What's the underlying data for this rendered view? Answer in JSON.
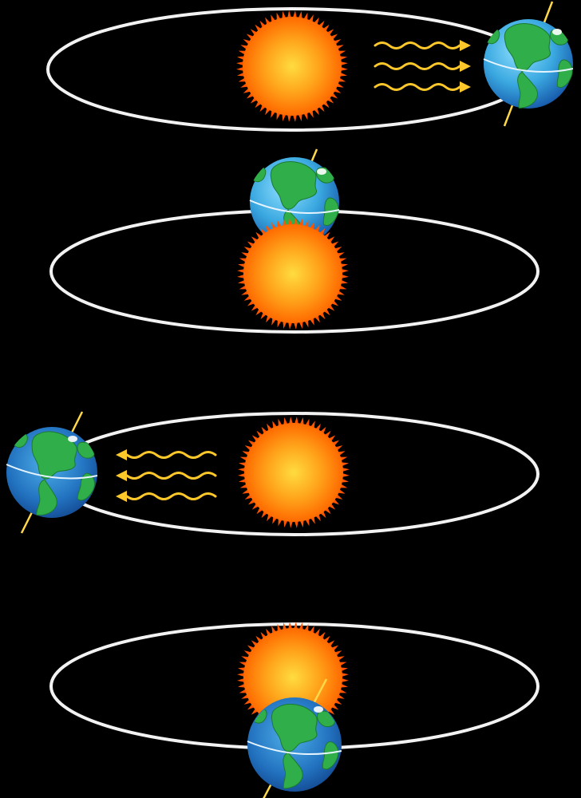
{
  "diagram": {
    "panels": [
      {
        "name": "panel-earth-right",
        "earth_position": "right",
        "sunlight_arrows": 3,
        "arrow_direction": "toward-earth-right"
      },
      {
        "name": "panel-earth-behind-sun",
        "earth_position": "back",
        "sunlight_arrows": 0
      },
      {
        "name": "panel-earth-left",
        "earth_position": "left",
        "sunlight_arrows": 3,
        "arrow_direction": "toward-earth-left"
      },
      {
        "name": "panel-earth-front",
        "earth_position": "front",
        "sunlight_arrows": 0
      }
    ],
    "colors": {
      "background": "#000000",
      "orbit": "#f2f2f2",
      "sun_core": "#ffd23a",
      "sun_edge": "#ff5a00",
      "sun_rays": "#ff5500",
      "ocean_light": "#6fd0f5",
      "ocean_dark": "#1a5fb0",
      "land": "#2fae4a",
      "axis": "#ffd84a",
      "arrow": "#ffc82a"
    }
  }
}
